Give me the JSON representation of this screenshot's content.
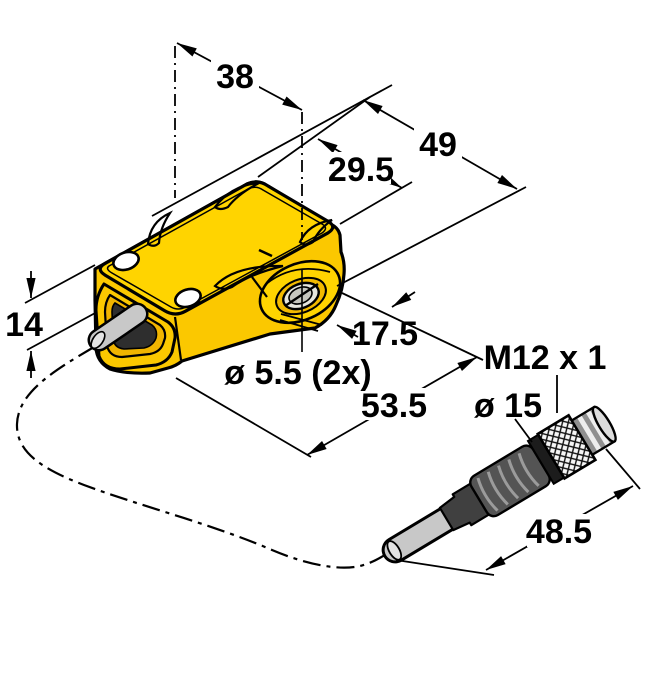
{
  "drawing": {
    "title": "Sensor with M12 connector dimension drawing",
    "dims": {
      "d38": "38",
      "d49": "49",
      "d295": "29.5",
      "d14": "14",
      "d175": "17.5",
      "d55": "ø 5.5 (2x)",
      "d535": "53.5",
      "dM12": "M12 x 1",
      "d15": "ø 15",
      "d485": "48.5"
    },
    "colors": {
      "housing_top": "#FFD400",
      "housing_side": "#FBC800",
      "housing_dark": "#F0B400",
      "cable": "#C8C8C8",
      "cable_tip": "#E4E4E4",
      "connector_body": "#545454",
      "connector_relief": "#404040",
      "connector_ring": "#1C1C1C",
      "screw_head": "#E6E6DE",
      "line": "#000000",
      "background": "#FFFFFF"
    }
  }
}
